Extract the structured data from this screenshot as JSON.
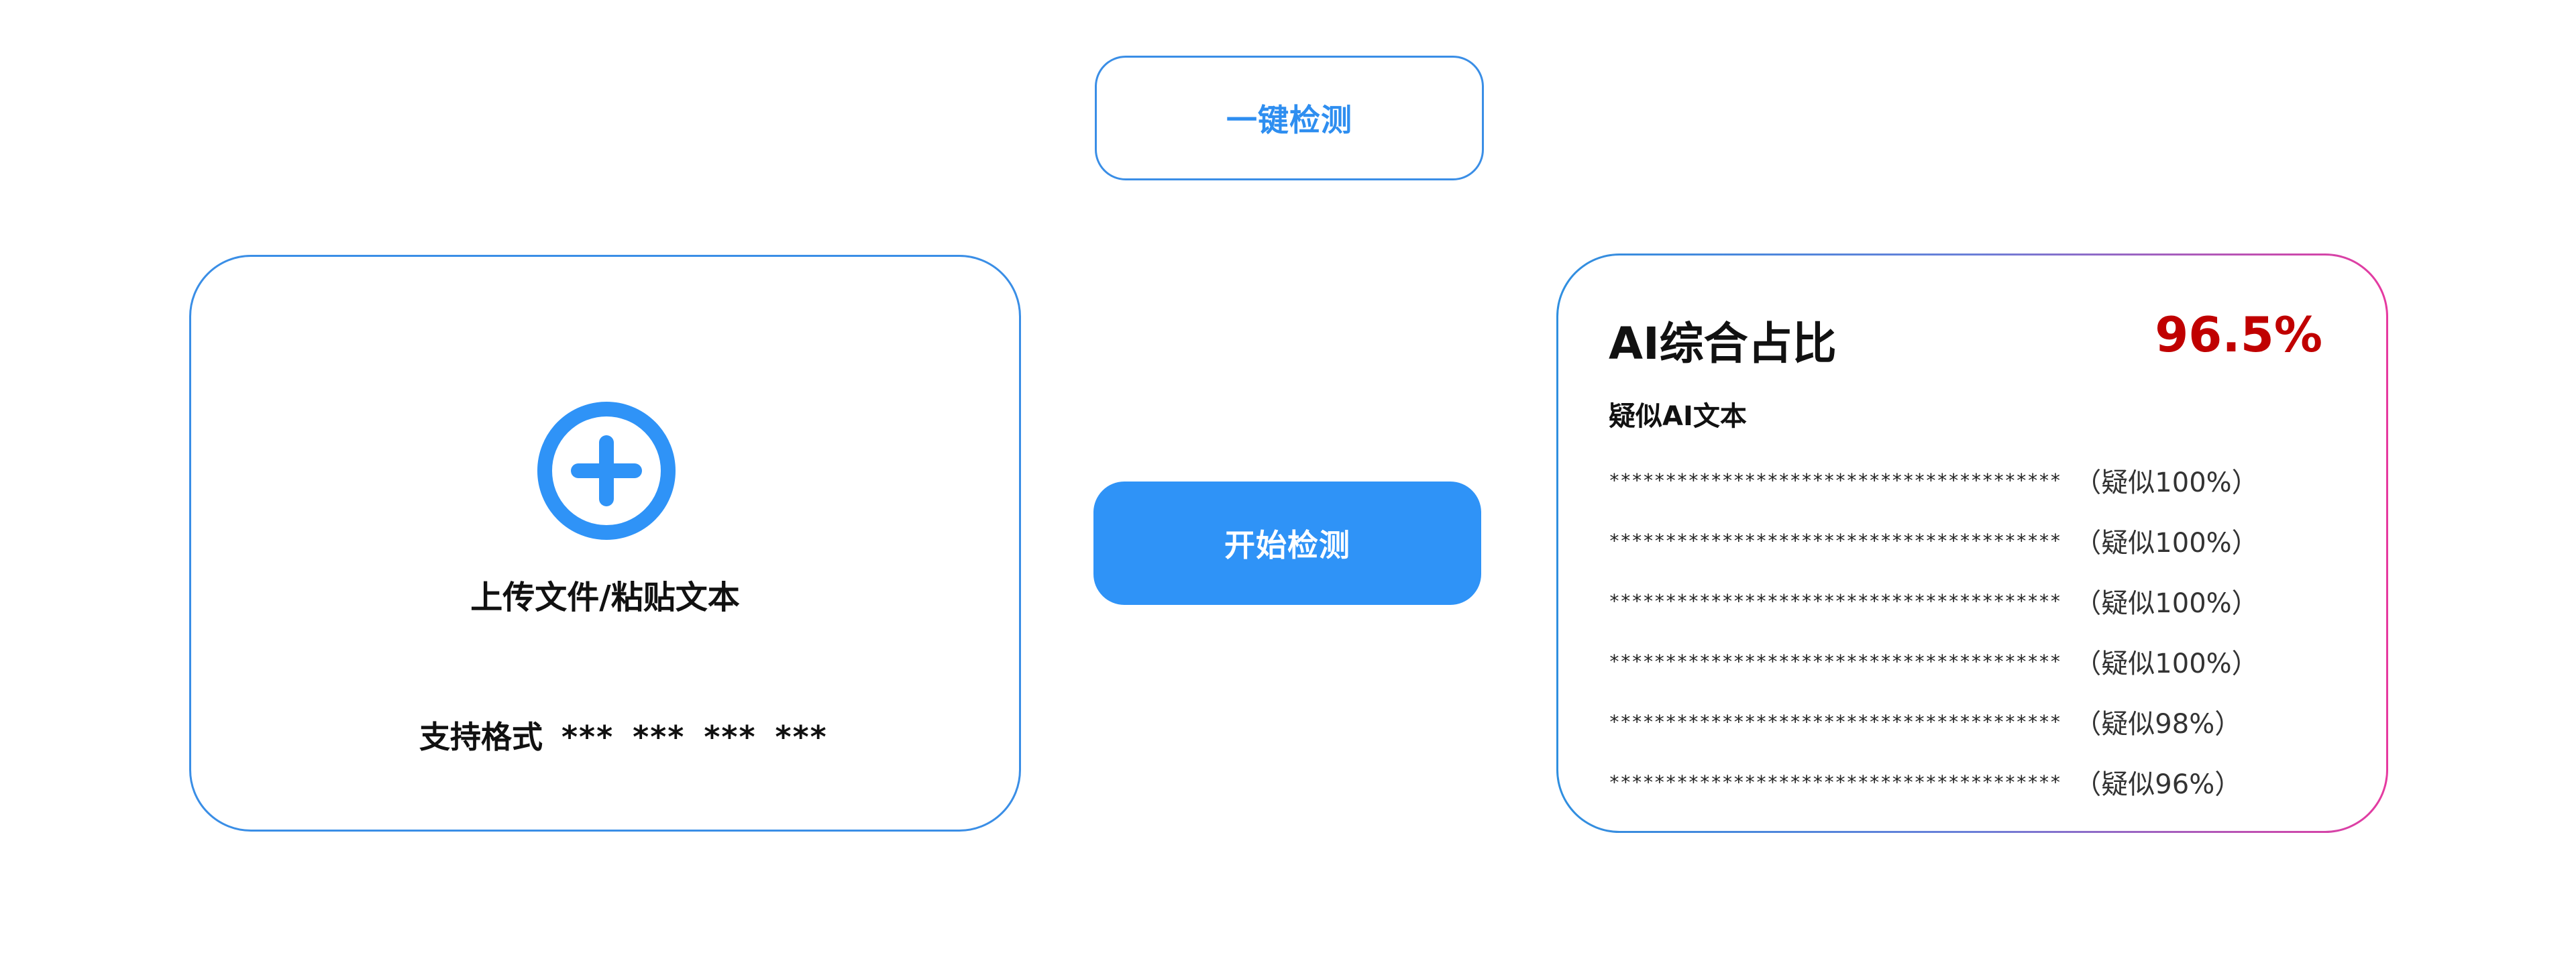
{
  "top_button": {
    "label": "一键检测"
  },
  "upload": {
    "label": "上传文件/粘贴文本",
    "formats_label": "支持格式",
    "formats": [
      "***",
      "***",
      "***",
      "***"
    ]
  },
  "start_button": {
    "label": "开始检测"
  },
  "result": {
    "title": "AI综合占比",
    "score": "96.5%",
    "subtitle": "疑似AI文本",
    "rows": [
      {
        "text": "****************************************",
        "pct": "（疑似100%）"
      },
      {
        "text": "****************************************",
        "pct": "（疑似100%）"
      },
      {
        "text": "****************************************",
        "pct": "（疑似100%）"
      },
      {
        "text": "****************************************",
        "pct": "（疑似100%）"
      },
      {
        "text": "****************************************",
        "pct": "（疑似98%）"
      },
      {
        "text": "****************************************",
        "pct": "（疑似96%）"
      }
    ]
  },
  "colors": {
    "accent": "#2f93f7",
    "border": "#3a8ee6",
    "score": "#c00000",
    "gradient_end": "#e63aa0"
  },
  "icons": {
    "upload": "plus-circle-icon"
  }
}
